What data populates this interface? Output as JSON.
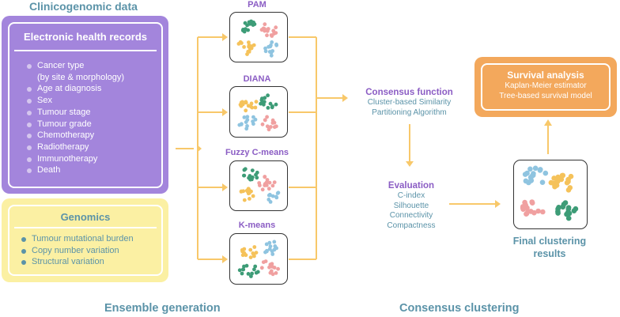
{
  "input": {
    "title": "Clinicogenomic data",
    "ehr": {
      "title": "Electronic health records",
      "items": [
        "Cancer type",
        "(by site & morphology)",
        "Age at diagnosis",
        "Sex",
        "Tumour stage",
        "Tumour grade",
        "Chemotherapy",
        "Radiotherapy",
        "Immunotherapy",
        "Death"
      ]
    },
    "genomics": {
      "title": "Genomics",
      "items": [
        "Tumour mutational burden",
        "Copy number variation",
        "Structural variation"
      ]
    }
  },
  "methods": [
    "PAM",
    "DIANA",
    "Fuzzy C-means",
    "K-means"
  ],
  "consensus_function": {
    "title": "Consensus function",
    "lines": [
      "Cluster-based Similarity",
      "Partitioning Algorithm"
    ]
  },
  "evaluation": {
    "title": "Evaluation",
    "metrics": [
      "C-index",
      "Silhouette",
      "Connectivity",
      "Compactness"
    ]
  },
  "final": {
    "line1": "Final clustering",
    "line2": "results"
  },
  "survival": {
    "title": "Survival analysis",
    "lines": [
      "Kaplan-Meier estimator",
      "Tree-based survival model"
    ]
  },
  "footer": {
    "left": "Ensemble generation",
    "right": "Consensus clustering"
  },
  "colors": {
    "purple_panel": "#a385dc",
    "yellow_panel": "#fbf0a3",
    "orange_panel": "#f3a85c",
    "arrow": "#f8c86a",
    "teal_text": "#5b93a8",
    "purple_text": "#8b5dc4",
    "cluster_green": "#3d9c77",
    "cluster_pink": "#f0a0a0",
    "cluster_yellow": "#f5c25a",
    "cluster_blue": "#8fc4e0"
  }
}
